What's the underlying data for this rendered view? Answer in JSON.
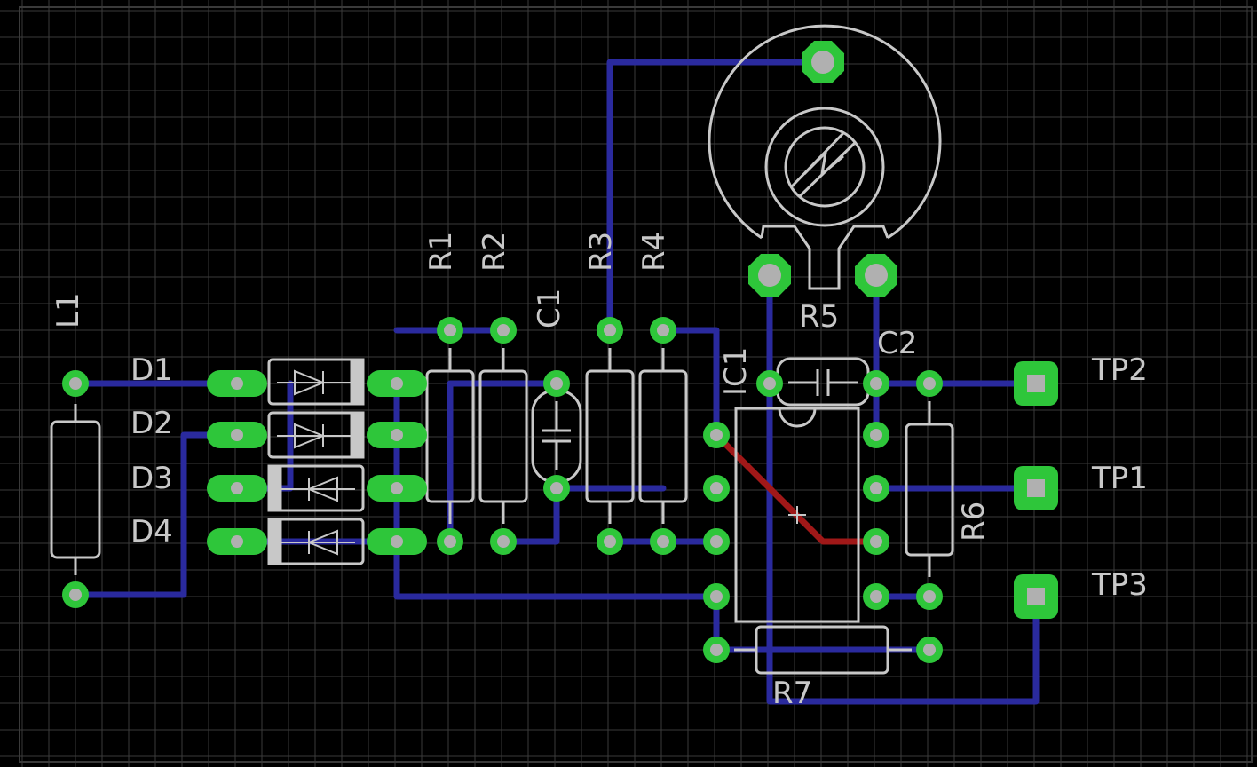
{
  "colors": {
    "background": "#000000",
    "grid": "#3a3a3a",
    "bottom_trace": "#2a2a9e",
    "top_trace": "#a01818",
    "pad_ring": "#2ec63a",
    "silkscreen": "#c8c8c8",
    "drill": "#b0b0b0"
  },
  "labels": {
    "L1": "L1",
    "D1": "D1",
    "D2": "D2",
    "D3": "D3",
    "D4": "D4",
    "R1": "R1",
    "R2": "R2",
    "C1": "C1",
    "R3": "R3",
    "R4": "R4",
    "R5": "R5",
    "IC1": "IC1",
    "C2": "C2",
    "R6": "R6",
    "R7": "R7",
    "TP1": "TP1",
    "TP2": "TP2",
    "TP3": "TP3"
  }
}
